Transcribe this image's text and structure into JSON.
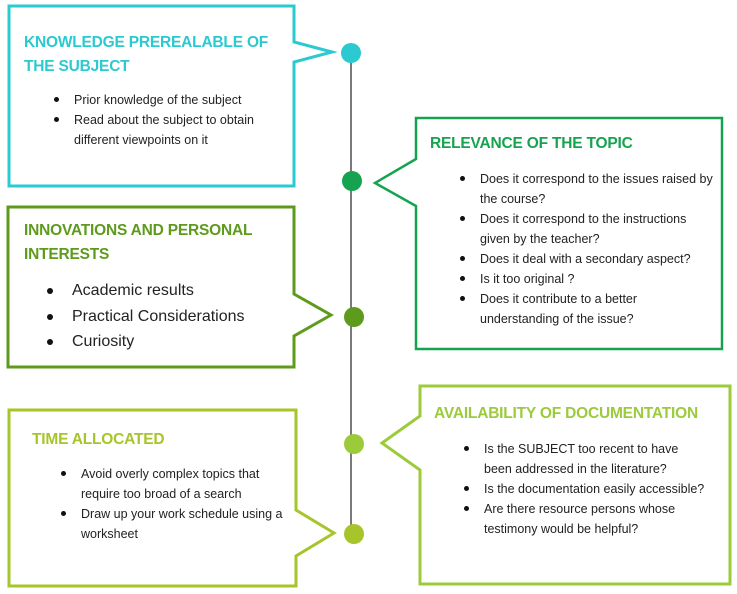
{
  "boxes": {
    "knowledge": {
      "title": "KNOWLEDGE PREREALABLE OF THE SUBJECT",
      "items": [
        "Prior knowledge of the subject",
        "Read about the subject to obtain different viewpoints on it"
      ],
      "color": "#2bc9d0"
    },
    "relevance": {
      "title": "RELEVANCE OF THE TOPIC",
      "items": [
        "Does it correspond to the issues raised by the course?",
        "Does it correspond to the instructions given by the teacher?",
        "Does it deal with a secondary aspect?",
        "Is it too original ?",
        "Does it contribute to a better understanding of the issue?"
      ],
      "color": "#16a350"
    },
    "innovations": {
      "title": "INNOVATIONS AND PERSONAL INTERESTS",
      "items": [
        "Academic results",
        "Practical Considerations",
        "Curiosity"
      ],
      "color": "#5e9a1c"
    },
    "availability": {
      "title": "AVAILABILITY OF DOCUMENTATION",
      "items": [
        "Is the SUBJECT too recent to have been addressed in the literature?",
        "Is the documentation easily accessible?",
        "Are there resource persons whose testimony would be helpful?"
      ],
      "color": "#9bcb3b"
    },
    "time": {
      "title": "TIME ALLOCATED",
      "items": [
        "Avoid overly complex topics that require too broad of a search",
        "Draw up your work schedule using a worksheet"
      ],
      "color": "#a6c52a"
    }
  },
  "timeline": {
    "line_color": "#222222",
    "dot_colors": [
      "#2bc9d0",
      "#16a350",
      "#5e9a1c",
      "#9bcb3b",
      "#a6c52a"
    ]
  }
}
